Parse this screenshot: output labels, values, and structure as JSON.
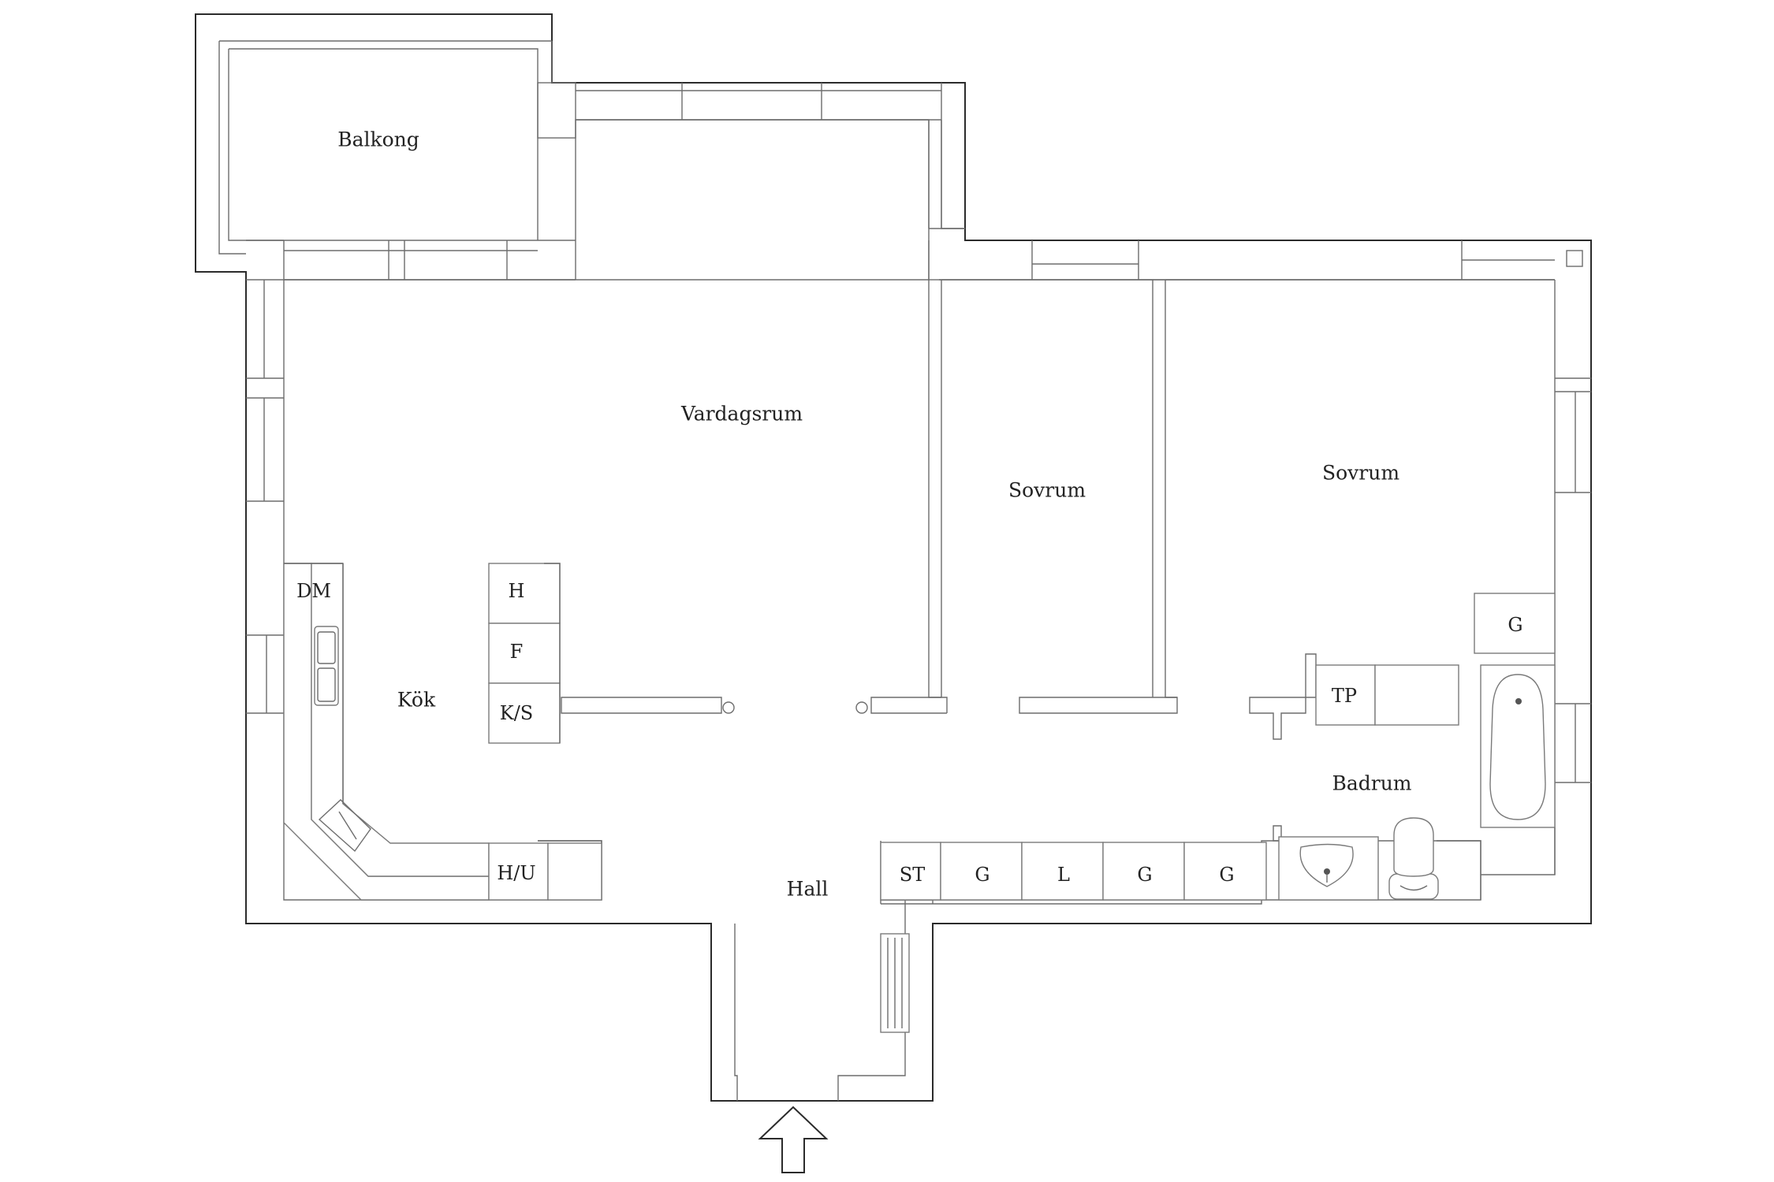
{
  "rooms": {
    "balcony": "Balkong",
    "living": "Vardagsrum",
    "bedroom_1": "Sovrum",
    "bedroom_2": "Sovrum",
    "kitchen": "Kök",
    "hall": "Hall",
    "bathroom": "Badrum"
  },
  "fixtures": {
    "dishwasher": "DM",
    "cab_h": "H",
    "cab_f": "F",
    "fridge_freezer": "K/S",
    "kitchen_hu": "H/U",
    "hall_st": "ST",
    "hall_g1": "G",
    "hall_l": "L",
    "hall_g2": "G",
    "hall_g3": "G",
    "bedroom_g": "G",
    "bath_tp": "TP"
  },
  "colors": {
    "wall": "#2b2b2b",
    "line": "#7a7a7a"
  }
}
